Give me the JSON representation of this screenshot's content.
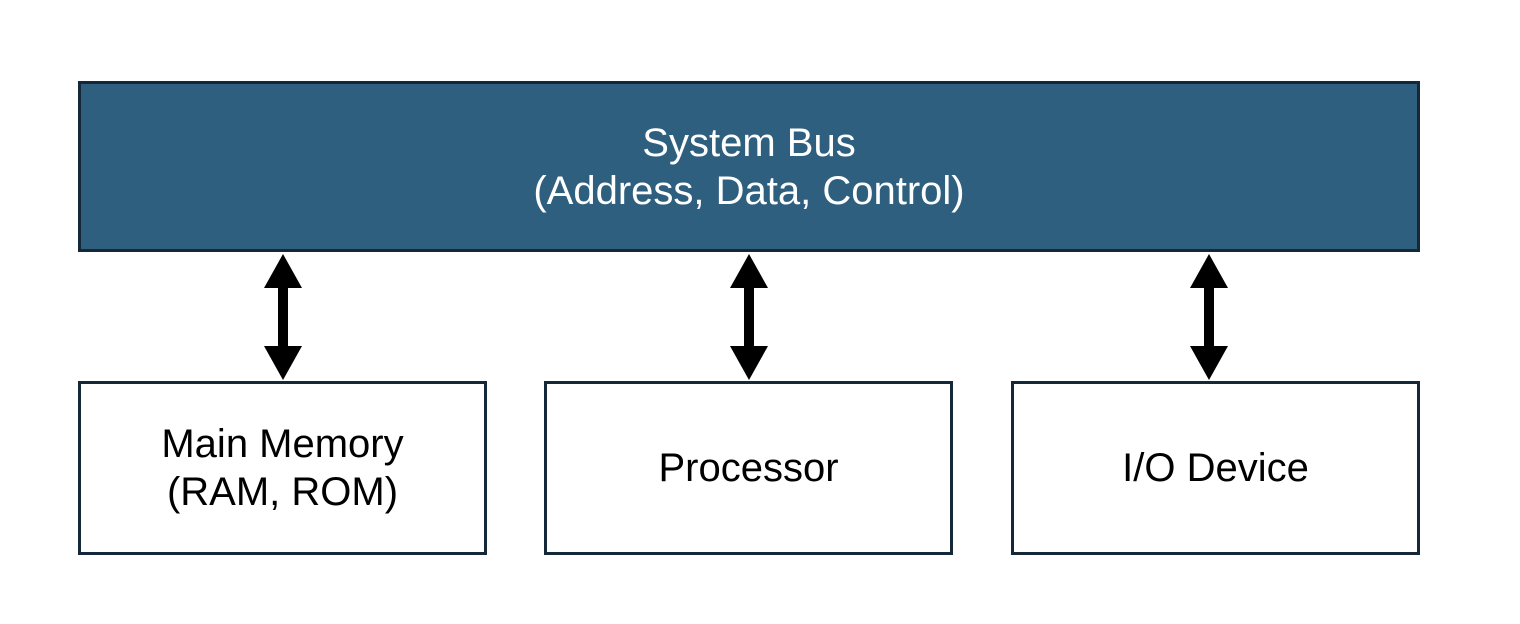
{
  "colors": {
    "bus_fill": "#2f5f7f",
    "border": "#14283a",
    "arrow": "#000000",
    "component_fill": "#ffffff"
  },
  "bus": {
    "title": "System Bus",
    "subtitle": "(Address, Data, Control)"
  },
  "components": [
    {
      "line1": "Main Memory",
      "line2": "(RAM, ROM)"
    },
    {
      "line1": "Processor",
      "line2": ""
    },
    {
      "line1": "I/O Device",
      "line2": ""
    }
  ],
  "connections": [
    {
      "from": "System Bus",
      "to": "Main Memory",
      "direction": "bidirectional"
    },
    {
      "from": "System Bus",
      "to": "Processor",
      "direction": "bidirectional"
    },
    {
      "from": "System Bus",
      "to": "I/O Device",
      "direction": "bidirectional"
    }
  ]
}
